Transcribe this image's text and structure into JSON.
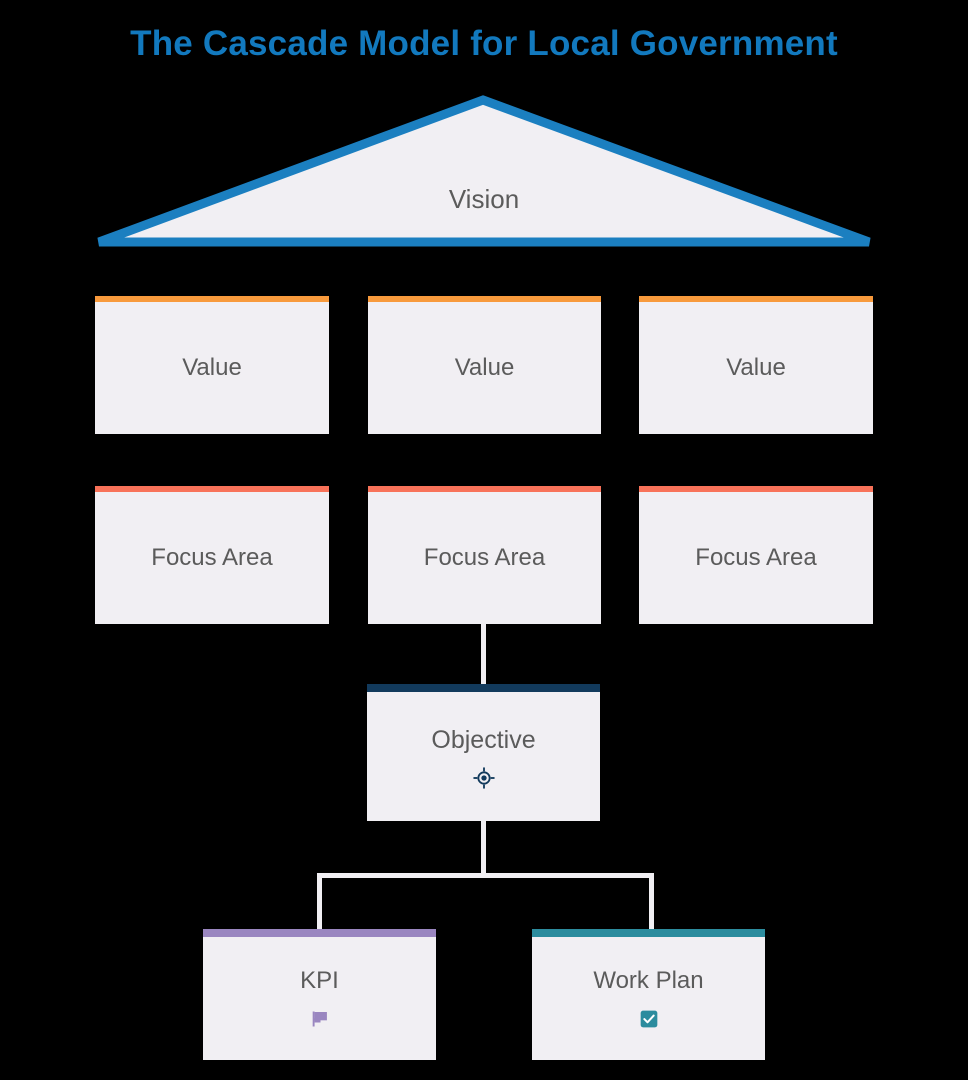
{
  "title": "The Cascade Model for Local Government",
  "colors": {
    "background": "#000000",
    "title": "#1279be",
    "card_fill": "#f1eff3",
    "card_text": "#5b5b5b",
    "vision_border": "#1b7fc0",
    "value_accent": "#f89a3c",
    "focus_accent": "#f87259",
    "objective_accent": "#123a5c",
    "kpi_accent": "#9a86c0",
    "workplan_accent": "#2c8c9e",
    "connector": "#f1eff3"
  },
  "nodes": {
    "vision": {
      "label": "Vision",
      "shape": "triangle",
      "icon": null
    },
    "values": [
      {
        "label": "Value"
      },
      {
        "label": "Value"
      },
      {
        "label": "Value"
      }
    ],
    "focus_areas": [
      {
        "label": "Focus Area"
      },
      {
        "label": "Focus Area"
      },
      {
        "label": "Focus Area"
      }
    ],
    "objective": {
      "label": "Objective",
      "icon": "target-icon"
    },
    "kpi": {
      "label": "KPI",
      "icon": "flag-icon"
    },
    "work_plan": {
      "label": "Work Plan",
      "icon": "checkbox-checked-icon"
    }
  },
  "connections": [
    {
      "from": "focus_area_2",
      "to": "objective"
    },
    {
      "from": "objective",
      "to": "kpi"
    },
    {
      "from": "objective",
      "to": "work_plan"
    }
  ]
}
